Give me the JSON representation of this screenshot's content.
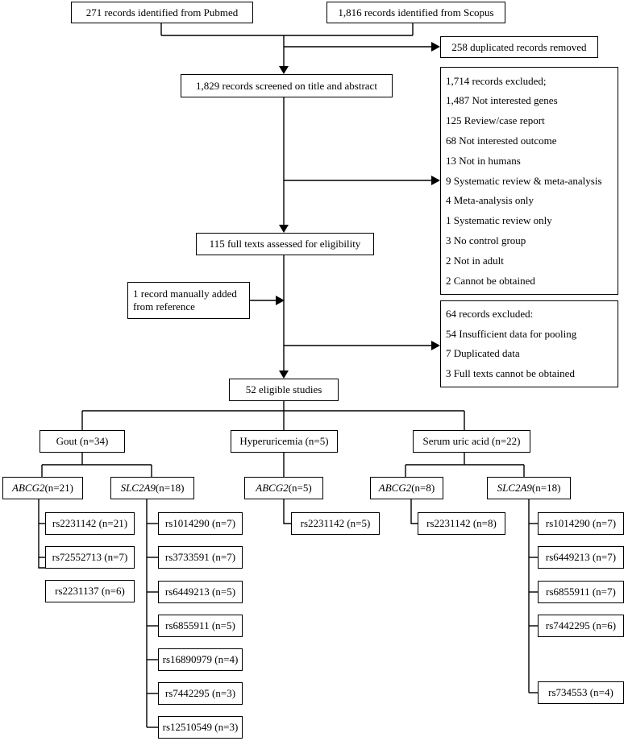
{
  "identification": {
    "pubmed": "271 records identified from Pubmed",
    "scopus": "1,816 records identified from Scopus"
  },
  "duplicates_removed": "258 duplicated records removed",
  "screened": "1,829 records screened on title and abstract",
  "excluded_screening": [
    "1,714 records excluded;",
    "1,487 Not interested genes",
    "125 Review/case report",
    "68 Not interested outcome",
    "13 Not in humans",
    "9 Systematic review & meta-analysis",
    "4 Meta-analysis only",
    "1 Systematic review only",
    "3 No control group",
    "2 Not in adult",
    "2 Cannot be obtained"
  ],
  "full_texts": "115 full texts assessed for eligibility",
  "manual_added": [
    "1 record manually added",
    "from reference"
  ],
  "excluded_fulltext": [
    "64 records excluded:",
    "54 Insufficient data for pooling",
    "7 Duplicated data",
    "3 Full texts cannot be obtained"
  ],
  "eligible": "52 eligible studies",
  "outcomes": {
    "gout": {
      "label": "Gout (n=34)",
      "abcg2": {
        "gene": "ABCG2",
        "count": " (n=21)",
        "snps": [
          "rs2231142 (n=21)",
          "rs72552713 (n=7)",
          "rs2231137 (n=6)"
        ]
      },
      "slc2a9": {
        "gene": "SLC2A9",
        "count": " (n=18)",
        "snps": [
          "rs1014290 (n=7)",
          "rs3733591 (n=7)",
          "rs6449213 (n=5)",
          "rs6855911 (n=5)",
          "rs16890979 (n=4)",
          "rs7442295 (n=3)",
          "rs12510549 (n=3)"
        ]
      }
    },
    "hyperuricemia": {
      "label": "Hyperuricemia (n=5)",
      "abcg2": {
        "gene": "ABCG2",
        "count": " (n=5)",
        "snps": [
          "rs2231142 (n=5)"
        ]
      }
    },
    "sua": {
      "label": "Serum uric acid (n=22)",
      "abcg2": {
        "gene": "ABCG2",
        "count": " (n=8)",
        "snps": [
          "rs2231142 (n=8)"
        ]
      },
      "slc2a9": {
        "gene": "SLC2A9",
        "count": " (n=18)",
        "snps": [
          "rs1014290 (n=7)",
          "rs6449213 (n=7)",
          "rs6855911 (n=7)",
          "rs7442295 (n=6)",
          "rs734553 (n=4)"
        ]
      }
    }
  }
}
